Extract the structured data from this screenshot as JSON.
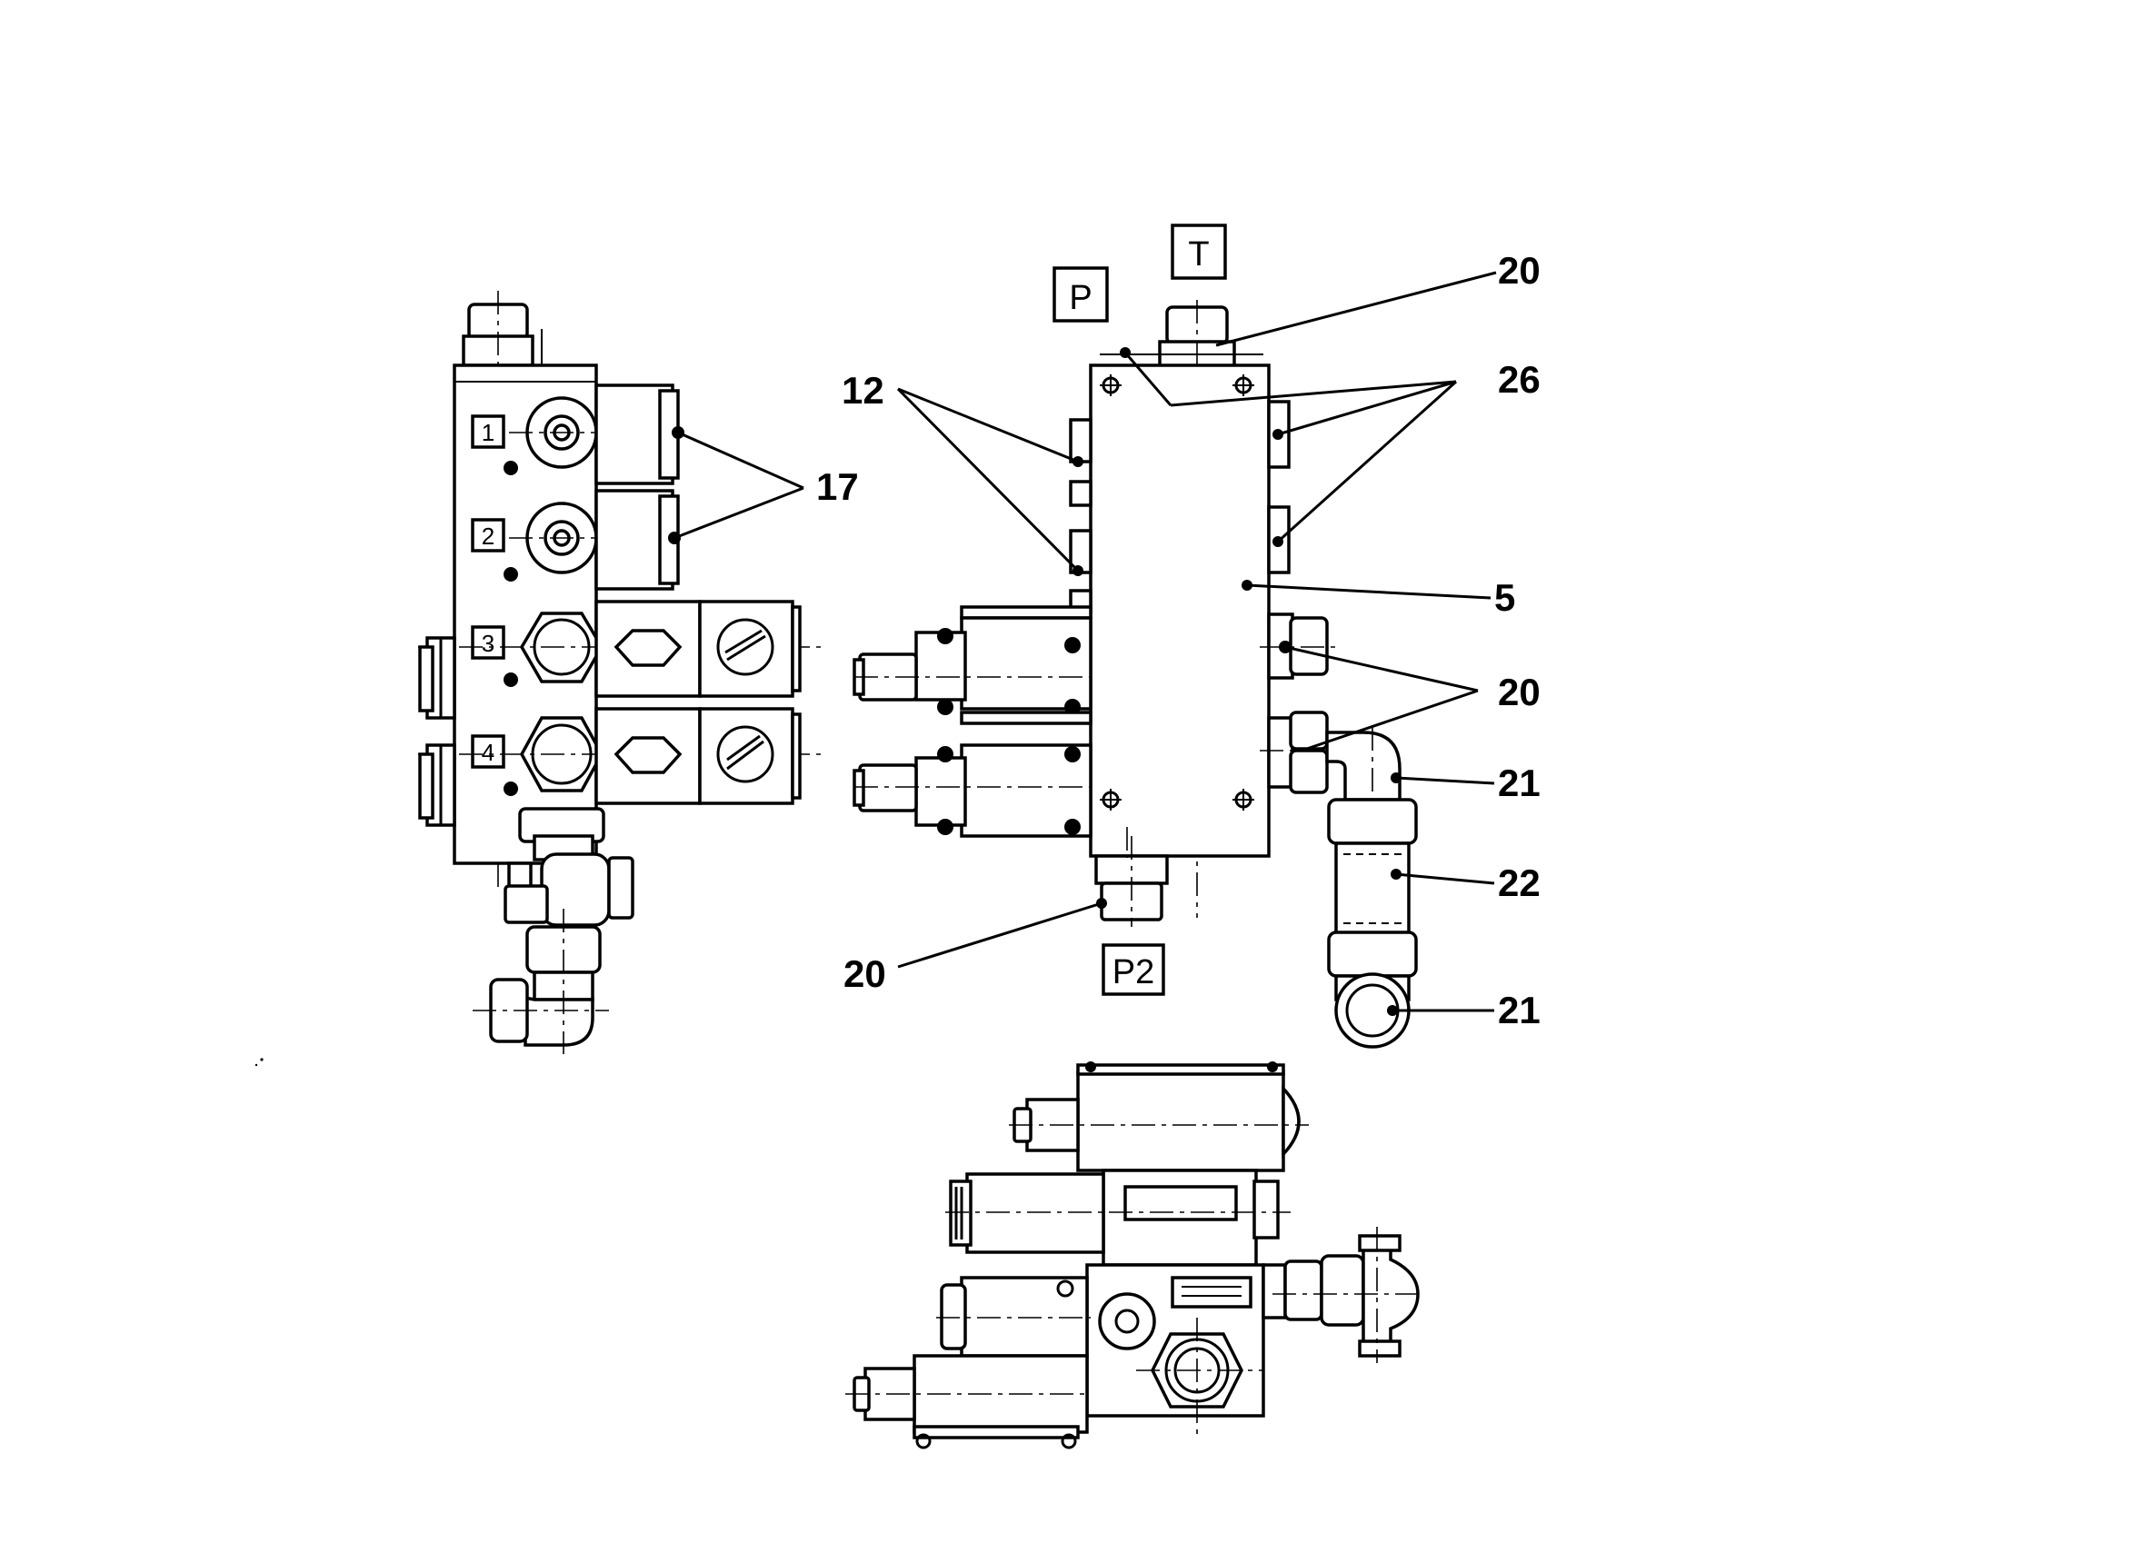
{
  "ports": {
    "p": "P",
    "t": "T",
    "p2": "P2"
  },
  "positions": {
    "one": "1",
    "two": "2",
    "three": "3",
    "four": "4"
  },
  "callouts": {
    "c17": "17",
    "c12": "12",
    "c20_top": "20",
    "c26": "26",
    "c5": "5",
    "c20_mid": "20",
    "c21_top": "21",
    "c22": "22",
    "c21_bottom": "21",
    "c20_bottom": "20"
  }
}
